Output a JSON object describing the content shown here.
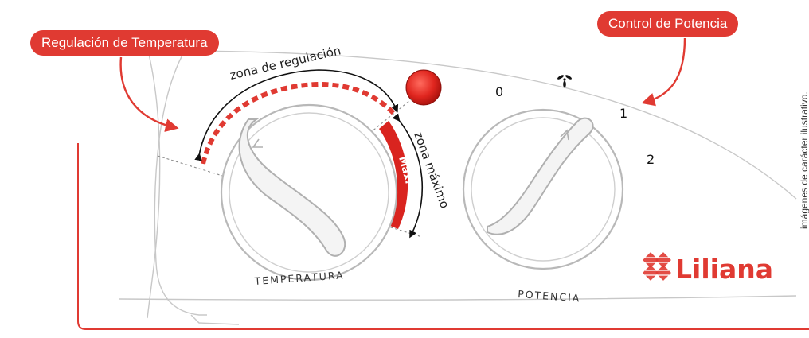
{
  "callouts": {
    "temperature": "Regulación de Temperatura",
    "power": "Control de Potencia"
  },
  "temperature_dial": {
    "label": "TEMPERATURA",
    "zone_regulation": "zona de regulación",
    "zone_max": "zona máximo",
    "max_badge": "Max."
  },
  "power_dial": {
    "label": "POTENCIA",
    "positions": [
      "0",
      "1",
      "2"
    ],
    "fan_icon": "fan-icon"
  },
  "brand": {
    "name": "Liliana",
    "logo_icon": "liliana-logo-icon"
  },
  "note": "imágenes de carácter ilustrativo.",
  "colors": {
    "accent": "#e03a32",
    "indicator": "#d9241f",
    "outline": "#b8b8b8"
  }
}
